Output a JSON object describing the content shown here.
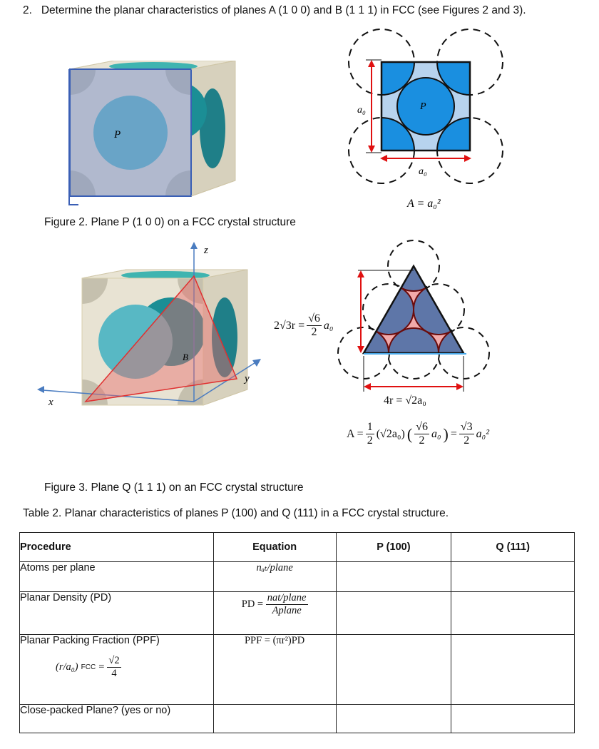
{
  "question": {
    "number": "2.",
    "text": "Determine the planar characteristics of planes A (1 0 0) and B (1 1 1) in  FCC (see Figures 2 and 3)."
  },
  "figure2": {
    "plane_label": "P",
    "caption": "Figure 2.  Plane P (1 0 0) on a FCC crystal structure",
    "diagram": {
      "side_label": "a₀",
      "bottom_label": "a₀",
      "center_label": "P",
      "area_formula": "A = a₀²"
    }
  },
  "figure3": {
    "axis_z": "z",
    "axis_x": "x",
    "axis_y": "y",
    "plane_label": "B",
    "height_formula_left": "2√3r =",
    "height_formula_num": "√6",
    "height_formula_den": "2",
    "height_formula_var": "a₀",
    "base_formula": "4r = √2a₀",
    "area_formula_lhs": "A =",
    "area_formula_half_num": "1",
    "area_formula_half_den": "2",
    "area_formula_mid": "(√2a₀)",
    "area_formula_rhs": "a₀²",
    "caption": "Figure 3.  Plane Q (1 1 1) on an FCC crystal structure"
  },
  "table": {
    "caption": "Table 2. Planar characteristics of planes P (100) and Q (111) in a FCC crystal structure.",
    "headers": [
      "Procedure",
      "Equation",
      "P (100)",
      "Q (111)"
    ],
    "rows": [
      {
        "procedure": "Atoms per plane",
        "equation": "nₐₜ/plane"
      },
      {
        "procedure": "Planar Density (PD)",
        "equation_lhs": "PD =",
        "equation_num": "nat/plane",
        "equation_den": "Aplane"
      },
      {
        "procedure": "Planar Packing Fraction (PPF)",
        "equation": "PPF = (πr²)PD",
        "ratio_lhs": "(r/a₀)",
        "ratio_sub": "FCC",
        "ratio_rhs_num": "√2",
        "ratio_rhs_den": "4"
      },
      {
        "procedure": "Close-packed Plane? (yes or no)",
        "equation": ""
      }
    ]
  }
}
